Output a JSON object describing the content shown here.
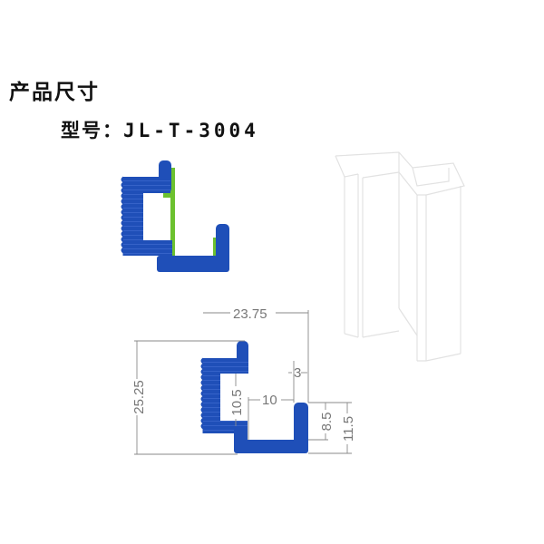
{
  "header": {
    "title": "产品尺寸",
    "model_label": "型号：",
    "model_code": "JL-T-3004"
  },
  "colors": {
    "profile_blue": "#1f4fb8",
    "insert_green": "#6cc12f",
    "dimension_gray": "#888888",
    "iso_line": "#e6e6e6"
  },
  "dimensions": {
    "overall_width": "23.75",
    "overall_height": "25.25",
    "inner_height": "10.5",
    "inner_width": "10",
    "lip_width": "3",
    "right_wall_inner": "8.5",
    "right_wall_outer": "11.5"
  },
  "views": {
    "top_profile": "colored cross-section (blue profile with green insert)",
    "bottom_profile": "dimensioned cross-section",
    "iso_view": "isometric 3D outline"
  }
}
